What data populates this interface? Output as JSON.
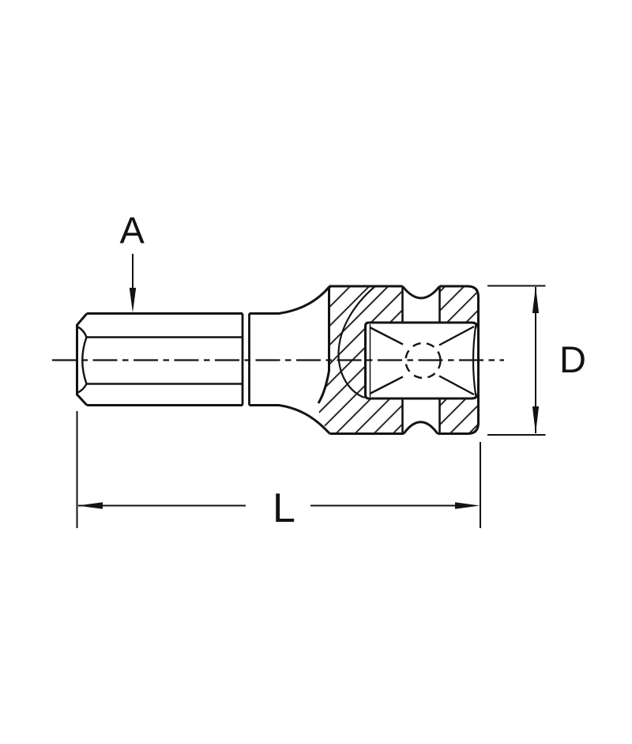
{
  "drawing": {
    "background": "#ffffff",
    "line_color": "#131313",
    "labels": {
      "a": "A",
      "l": "L",
      "d": "D"
    }
  }
}
